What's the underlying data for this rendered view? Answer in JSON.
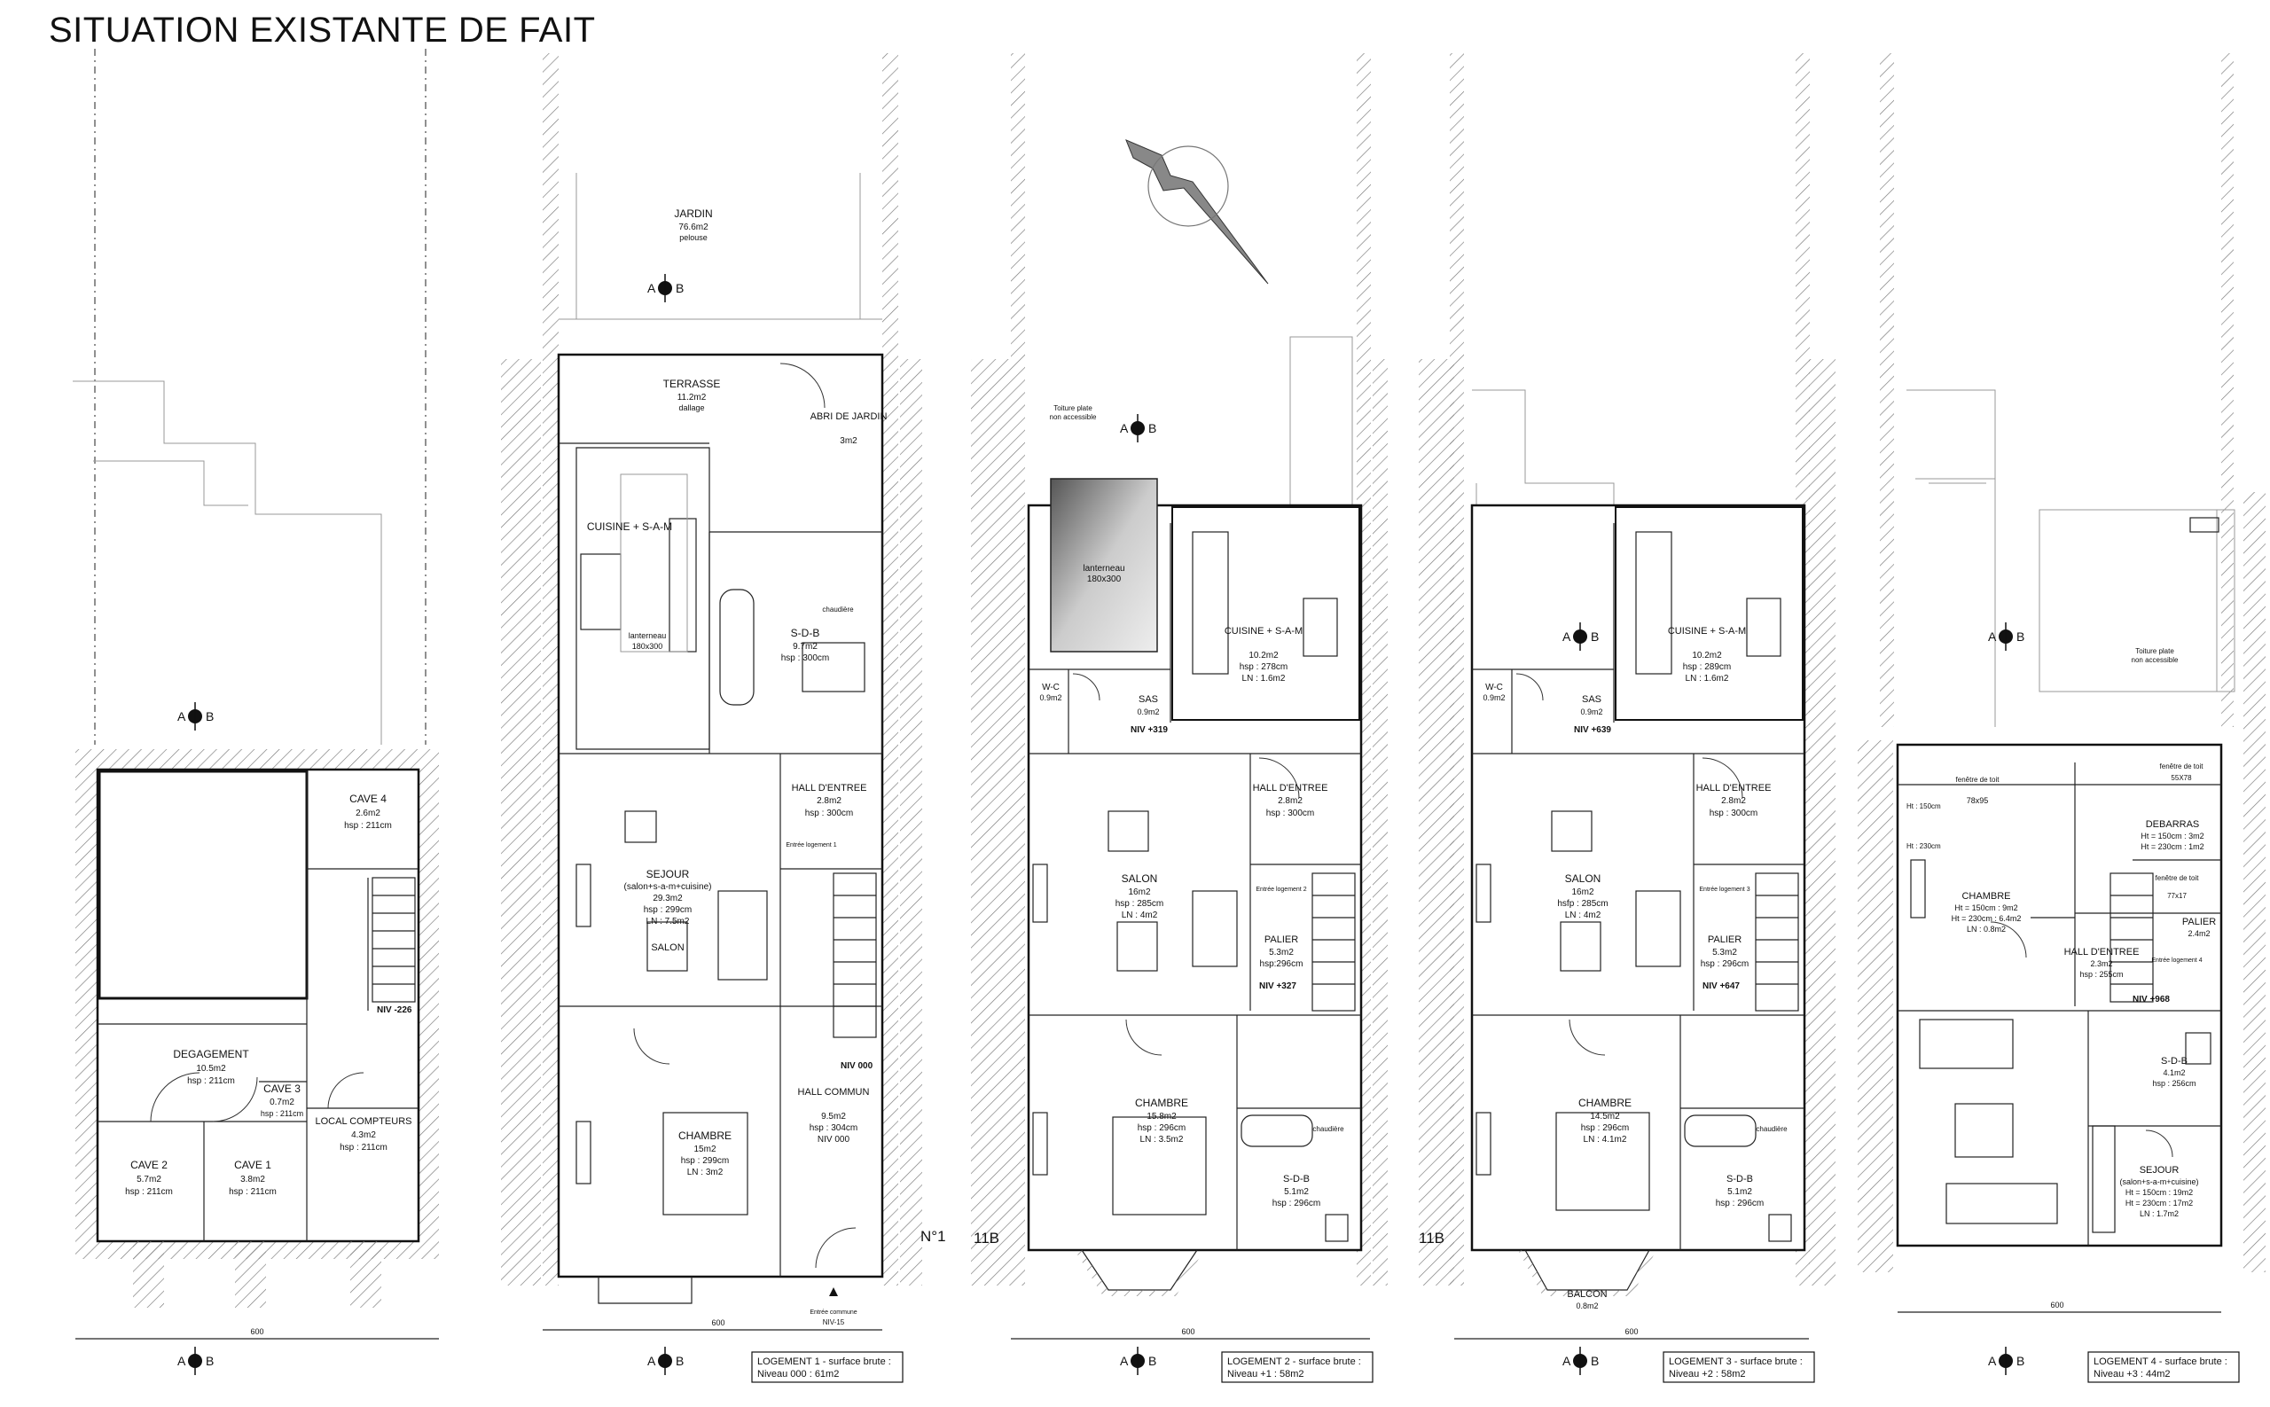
{
  "sheet": {
    "title": "SITUATION EXISTANTE DE FAIT"
  },
  "sections": {
    "a": "A",
    "b": "B"
  },
  "basement": {
    "rooms": [
      {
        "name": "CAVE 4",
        "area": "2.6m2",
        "hsp": "hsp : 211cm"
      },
      {
        "name": "DEGAGEMENT",
        "area": "10.5m2",
        "hsp": "hsp : 211cm"
      },
      {
        "name": "CAVE 3",
        "area": "0.7m2",
        "hsp": "hsp : 211cm"
      },
      {
        "name": "CAVE 2",
        "area": "5.7m2",
        "hsp": "hsp : 211cm"
      },
      {
        "name": "CAVE 1",
        "area": "3.8m2",
        "hsp": "hsp : 211cm"
      },
      {
        "name": "LOCAL COMPTEURS",
        "area": "4.3m2",
        "hsp": "hsp : 211cm"
      }
    ],
    "level": "NIV -226",
    "width": "600"
  },
  "ground": {
    "garden": {
      "name": "JARDIN",
      "area": "76.6m2",
      "note": "pelouse"
    },
    "terrace": {
      "name": "TERRASSE",
      "area": "11.2m2",
      "note": "dallage"
    },
    "shed": {
      "name": "ABRI DE JARDIN",
      "area": "3m2"
    },
    "kitchen": {
      "name": "CUISINE + S-A-M",
      "skylight": "lanterneau",
      "skylight_size": "180x300"
    },
    "bath": {
      "name": "S-D-B",
      "area": "9.7m2",
      "hsp": "hsp : 300cm",
      "boiler": "chaudière"
    },
    "hall": {
      "name": "HALL D'ENTREE",
      "area": "2.8m2",
      "hsp": "hsp : 300cm",
      "entry": "Entrée logement 1"
    },
    "living": {
      "name": "SEJOUR",
      "sub": "(salon+s-a-m+cuisine)",
      "area": "29.3m2",
      "hsp": "hsp : 299cm",
      "ln": "LN : 7.5m2",
      "salon": "SALON"
    },
    "bedroom": {
      "name": "CHAMBRE",
      "area": "15m2",
      "hsp": "hsp : 299cm",
      "ln": "LN : 3m2"
    },
    "common": {
      "name": "HALL COMMUN",
      "area": "9.5m2",
      "hsp": "hsp : 304cm",
      "niv": "NIV 000"
    },
    "level": "NIV 000",
    "street_entry": "Entrée commune",
    "street_level": "NIV-15",
    "house_no": "N°1",
    "width": "600",
    "legend": [
      "LOGEMENT 1 - surface brute :",
      "Niveau 000 : 61m2"
    ]
  },
  "first": {
    "skylight": {
      "name": "lanterneau",
      "size": "180x300"
    },
    "roof": [
      "Toiture plate",
      "non accessible"
    ],
    "wc": {
      "name": "W-C",
      "area": "0.9m2"
    },
    "sas": {
      "name": "SAS",
      "area": "0.9m2"
    },
    "kitchen": {
      "name": "CUISINE + S-A-M",
      "area": "10.2m2",
      "hsp": "hsp : 278cm",
      "ln": "LN : 1.6m2"
    },
    "hall": {
      "name": "HALL D'ENTREE",
      "area": "2.8m2",
      "hsp": "hsp : 300cm",
      "entry": "Entrée logement 2"
    },
    "salon": {
      "name": "SALON",
      "area": "16m2",
      "hsp": "hsp : 285cm",
      "ln": "LN : 4m2"
    },
    "palier": {
      "name": "PALIER",
      "area": "5.3m2",
      "hsp": "hsp:296cm"
    },
    "bedroom": {
      "name": "CHAMBRE",
      "area": "15.8m2",
      "hsp": "hsp : 296cm",
      "ln": "LN : 3.5m2"
    },
    "bath": {
      "name": "S-D-B",
      "area": "5.1m2",
      "hsp": "hsp : 296cm",
      "boiler": "chaudière"
    },
    "level_top": "NIV +319",
    "level": "NIV +327",
    "house_left": "11B",
    "width": "600",
    "legend": [
      "LOGEMENT 2 - surface brute :",
      "Niveau +1 : 58m2"
    ]
  },
  "second": {
    "wc": {
      "name": "W-C",
      "area": "0.9m2"
    },
    "sas": {
      "name": "SAS",
      "area": "0.9m2"
    },
    "kitchen": {
      "name": "CUISINE + S-A-M",
      "area": "10.2m2",
      "hsp": "hsp : 289cm",
      "ln": "LN : 1.6m2"
    },
    "hall": {
      "name": "HALL D'ENTREE",
      "area": "2.8m2",
      "hsp": "hsp : 300cm",
      "entry": "Entrée logement 3"
    },
    "salon": {
      "name": "SALON",
      "area": "16m2",
      "hsp": "hsfp : 285cm",
      "ln": "LN : 4m2"
    },
    "palier": {
      "name": "PALIER",
      "area": "5.3m2",
      "hsp": "hsp : 296cm"
    },
    "bedroom": {
      "name": "CHAMBRE",
      "area": "14.5m2",
      "hsp": "hsp : 296cm",
      "ln": "LN : 4.1m2"
    },
    "bath": {
      "name": "S-D-B",
      "area": "5.1m2",
      "hsp": "hsp : 296cm",
      "boiler": "chaudière"
    },
    "balcony": {
      "name": "BALCON",
      "area": "0.8m2"
    },
    "level_top": "NIV +639",
    "level": "NIV +647",
    "house_left": "11B",
    "width": "600",
    "legend": [
      "LOGEMENT 3 - surface brute :",
      "Niveau +2 : 58m2"
    ]
  },
  "third": {
    "roof": [
      "Toiture plate",
      "non accessible"
    ],
    "roof_window_1": {
      "name": "fenêtre de toit",
      "size": "78x95"
    },
    "roof_window_2": {
      "name": "fenêtre de toit",
      "size": "55X78"
    },
    "roof_window_3": {
      "name": "fenêtre de toit",
      "size": "77x17"
    },
    "debarras": {
      "name": "DEBARRAS",
      "ht1": "Ht = 150cm : 3m2",
      "ht2": "Ht = 230cm : 1m2"
    },
    "bedroom": {
      "name": "CHAMBRE",
      "ht1": "Ht = 150cm : 9m2",
      "ht2": "Ht = 230cm : 6.4m2",
      "ln": "LN : 0.8m2"
    },
    "palier": {
      "name": "PALIER",
      "area": "2.4m2"
    },
    "hall": {
      "name": "HALL D'ENTREE",
      "area": "2.3m2",
      "hsp": "hsp : 255cm",
      "entry": "Entrée logement 4"
    },
    "bath": {
      "name": "S-D-B",
      "area": "4.1m2",
      "hsp": "hsp : 256cm"
    },
    "living": {
      "name": "SEJOUR",
      "sub": "(salon+s-a-m+cuisine)",
      "ht1": "Ht = 150cm : 19m2",
      "ht2": "Ht = 230cm : 17m2",
      "ln": "LN : 1.7m2"
    },
    "level": "NIV +968",
    "ht150": "Ht : 150cm",
    "ht230": "Ht : 230cm",
    "width": "600",
    "legend": [
      "LOGEMENT 4 - surface brute :",
      "Niveau +3 : 44m2"
    ]
  }
}
